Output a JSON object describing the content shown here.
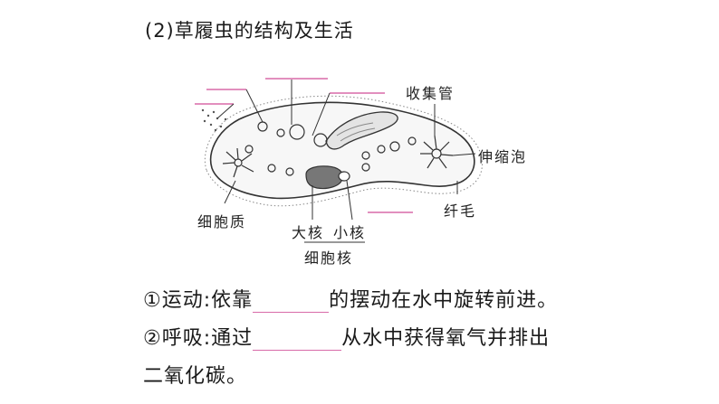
{
  "title": "(2)草履虫的结构及生活",
  "labels": {
    "collecting_tube": "收集管",
    "contractile_vacuole": "伸缩泡",
    "cilia": "纤毛",
    "cytoplasm": "细胞质",
    "macronucleus": "大核",
    "micronucleus": "小核",
    "nucleus": "细胞核"
  },
  "questions": {
    "q1_prefix": "①运动:依靠",
    "q1_suffix": "的摆动在水中旋转前进。",
    "q2_prefix": "②呼吸:通过",
    "q2_suffix": "从水中获得氧气并排出",
    "q2_cont": "二氧化碳。"
  },
  "colors": {
    "answer_line": "#d86aa8",
    "outline": "#333333"
  }
}
